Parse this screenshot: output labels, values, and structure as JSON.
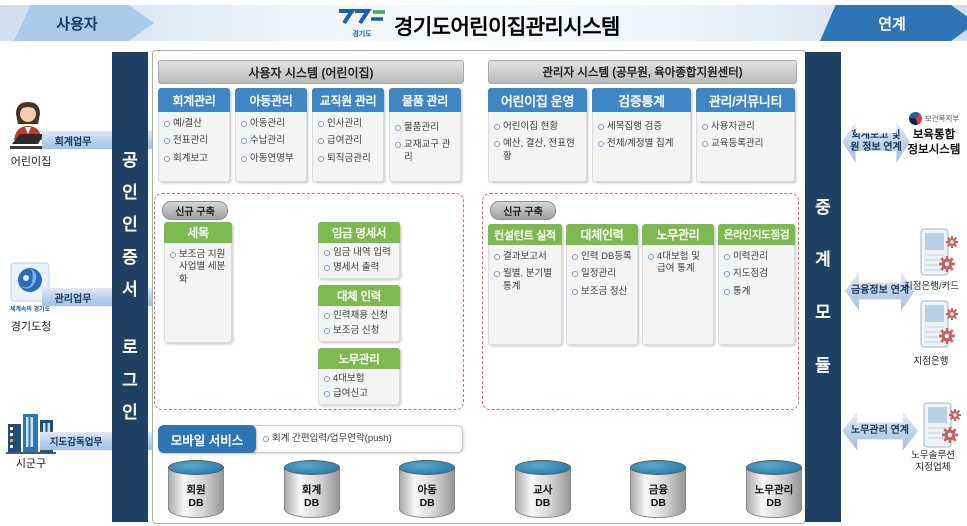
{
  "header": {
    "left_banner": "사용자",
    "logo_caption": "경기도",
    "title": "경기도어린이집관리시스템",
    "right_banner": "연계"
  },
  "actors": [
    {
      "label": "어린이집",
      "flow": "회계업무",
      "icon": "teacher-at-laptop-icon"
    },
    {
      "label": "경기도청",
      "flow": "관리업무",
      "icon": "gyeonggi-province-logo-icon",
      "logo_caption": "세계속의 경기도"
    },
    {
      "label": "시군구",
      "flow": "지도감독업무",
      "icon": "city-buildings-icon"
    }
  ],
  "login_bar": {
    "line1": "공인인증서",
    "line2": "로그인"
  },
  "relay_bar": {
    "text": "중계모듈"
  },
  "user_system": {
    "title": "사용자 시스템 (어린이집)",
    "modules": [
      {
        "title": "회계관리",
        "items": [
          "예/결산",
          "전표관리",
          "회계보고"
        ]
      },
      {
        "title": "아동관리",
        "items": [
          "아동관리",
          "수납관리",
          "아동연명부"
        ]
      },
      {
        "title": "교직원 관리",
        "items": [
          "인사관리",
          "급여관리",
          "퇴직금관리"
        ]
      },
      {
        "title": "물품 관리",
        "items": [
          "물품관리",
          "교재교구 관리"
        ]
      }
    ],
    "new_build": {
      "badge": "신규 구축",
      "modules": [
        {
          "title": "세목",
          "items": [
            "보조금 지원사업별 세분화"
          ]
        },
        {
          "title": "임금 명세서",
          "items": [
            "임금 내역 입력",
            "명세서 출력"
          ]
        },
        {
          "title": "대체 인력",
          "items": [
            "인력채용 신청",
            "보조금 신청"
          ]
        },
        {
          "title": "노무관리",
          "items": [
            "4대보험",
            "급여신고"
          ]
        }
      ]
    },
    "mobile": {
      "title": "모바일 서비스",
      "item": "회계 간편입력/업무연락(push)"
    }
  },
  "admin_system": {
    "title": "관리자 시스템 (공무원, 육아종합지원센터)",
    "modules": [
      {
        "title": "어린이집 운영",
        "items": [
          "어린이집 현황",
          "예산, 결산, 전표현황"
        ]
      },
      {
        "title": "검증통계",
        "items": [
          "세목집행 검증",
          "전체/계정별 집계"
        ]
      },
      {
        "title": "관리/커뮤니티",
        "items": [
          "사용자관리",
          "교육등록관리"
        ]
      }
    ],
    "new_build": {
      "badge": "신규 구축",
      "modules": [
        {
          "title": "컨설턴트 실적",
          "items": [
            "결과보고서",
            "월별, 분기별 통계"
          ]
        },
        {
          "title": "대체인력",
          "items": [
            "인력 DB등록",
            "일정관리",
            "보조금 정산"
          ]
        },
        {
          "title": "노무관리",
          "items": [
            "4대보험 및 급여 통계"
          ]
        },
        {
          "title": "온라인지도점검",
          "items": [
            "이력관리",
            "지도점검",
            "통계"
          ]
        }
      ]
    }
  },
  "databases": [
    "회원",
    "회계",
    "아동",
    "교사",
    "금융",
    "노무관리"
  ],
  "db_suffix": "DB",
  "links": [
    {
      "label": "회계보고 및\n원 정보 연계",
      "org": "보건복지부",
      "system": "보육통합\n정보시스템"
    },
    {
      "label": "금융정보 연계",
      "target1": "지점은행/카드",
      "target2": "지점은행"
    },
    {
      "label": "노무관리 연계",
      "target": "노무솔루션\n지정업체"
    }
  ],
  "colors": {
    "navy_bar": "#1e4164",
    "module_blue": "#3e86c6",
    "module_green": "#7cb94e",
    "banner_blue": "#2e75b6",
    "new_build_dash_red": "#e8696b",
    "db_top_blue": "#1d6f9e"
  }
}
